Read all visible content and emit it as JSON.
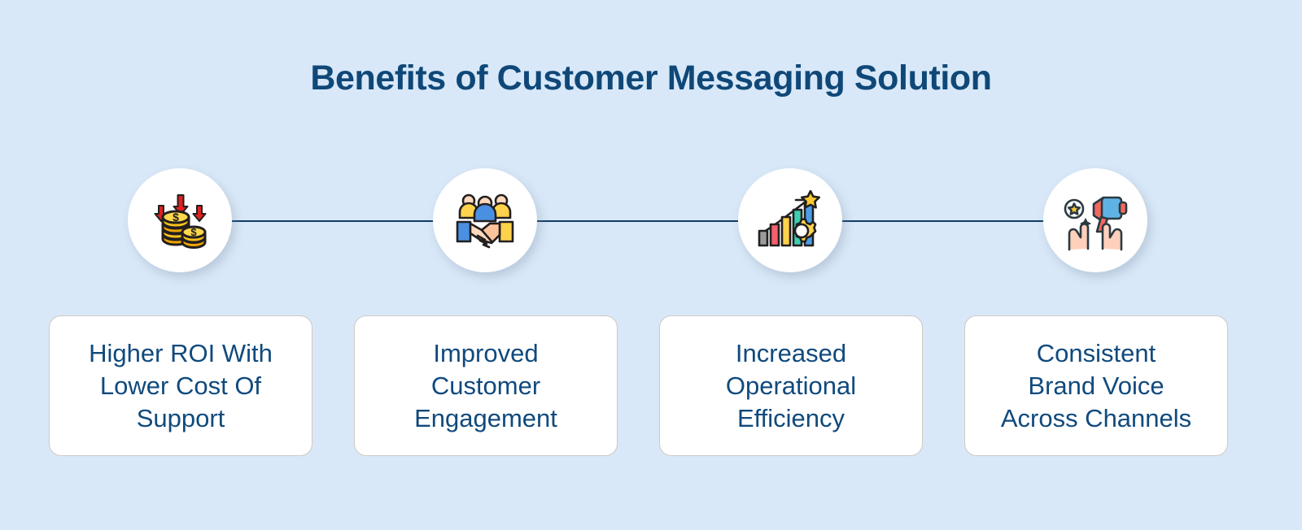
{
  "background_color": "#d8e8f8",
  "title": "Benefits of Customer Messaging Solution",
  "title_color": "#0f4878",
  "connector": {
    "color": "#0f3d63",
    "style": "solid-horizontal-line"
  },
  "steps": [
    {
      "icon_name": "coins-down-arrows-icon",
      "icon_description": "Stacks of gold coins with dollar signs and three red downward arrows",
      "icon_colors": {
        "coin": "#fcc21b",
        "coin_light": "#ffd84d",
        "arrow": "#e02020",
        "outline": "#221f1f"
      },
      "label": "Higher ROI With\nLower Cost Of\nSupport"
    },
    {
      "icon_name": "handshake-team-icon",
      "icon_description": "Handshake with three people figures behind",
      "icon_colors": {
        "sleeve_left": "#4a90e2",
        "sleeve_right": "#ffd24c",
        "skin": "#ffd9bd",
        "skin_dark": "#ffc49b",
        "outline": "#221f1f"
      },
      "label": "Improved\nCustomer\nEngagement"
    },
    {
      "icon_name": "growth-chart-gear-icon",
      "icon_description": "Ascending bar chart with upward arrow, star and gear",
      "icon_colors": {
        "bar1": "#9b9b9b",
        "bar2": "#f4606c",
        "bar3": "#ffd24c",
        "bar4": "#3ecfb2",
        "bar5": "#4a9ee8",
        "star": "#ffc92e",
        "gear": "#ffd24c",
        "outline": "#221f1f"
      },
      "label": "Increased\nOperational\nEfficiency"
    },
    {
      "icon_name": "megaphone-hands-icon",
      "icon_description": "Two open hands holding a megaphone with star badge and sparkle",
      "icon_colors": {
        "megaphone_body": "#5fb3e4",
        "megaphone_accent": "#f4685c",
        "star": "#ffc92e",
        "skin": "#ffd0bb",
        "outline": "#2b3a42"
      },
      "label": "Consistent\nBrand Voice\nAcross Channels"
    }
  ],
  "card_style": {
    "background": "#ffffff",
    "border_color": "#cfc9c2",
    "text_color": "#104a7d"
  }
}
